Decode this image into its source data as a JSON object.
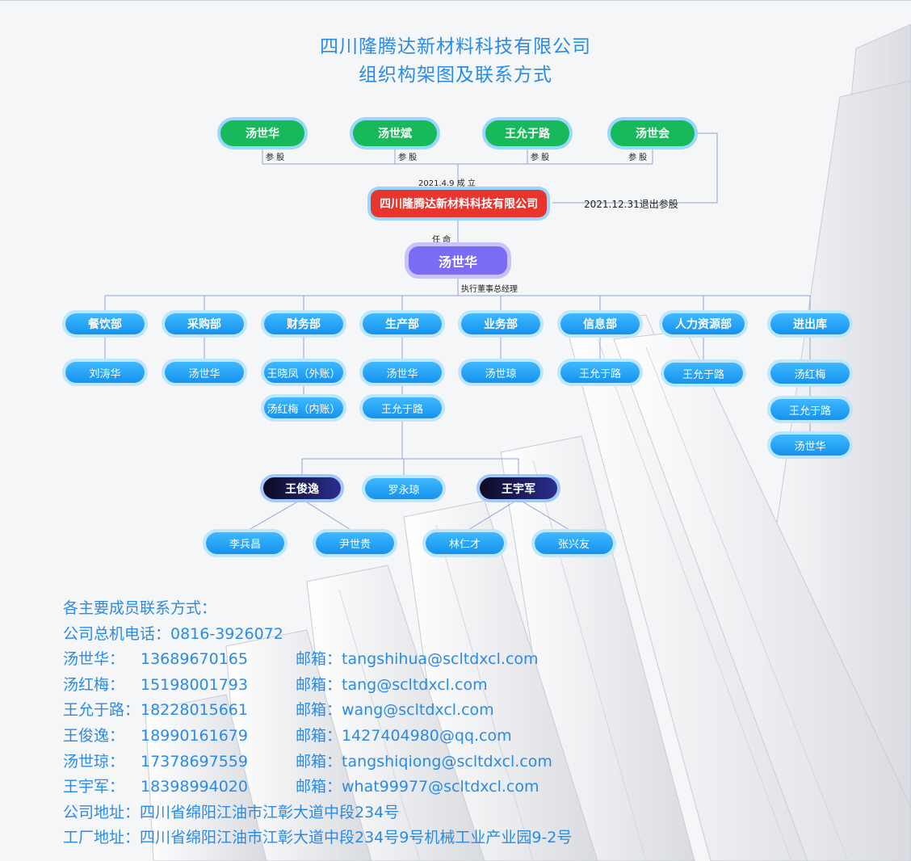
{
  "title": {
    "line1": "四川隆腾达新材料科技有限公司",
    "line2": "组织构架图及联系方式"
  },
  "shareholders": [
    {
      "name": "汤世华",
      "label": "参 股"
    },
    {
      "name": "汤世斌",
      "label": "参 股"
    },
    {
      "name": "王允于路",
      "label": "参 股"
    },
    {
      "name": "汤世会",
      "label": "参 股"
    }
  ],
  "company": {
    "name": "四川隆腾达新材料科技有限公司",
    "founded": "2021.4.9 成 立",
    "exit_note": "2021.12.31退出参股"
  },
  "appoint_label": "任 命",
  "executive": {
    "name": "汤世华",
    "title": "执行董事总经理"
  },
  "departments": [
    {
      "name": "餐饮部",
      "members": [
        "刘涛华"
      ]
    },
    {
      "name": "采购部",
      "members": [
        "汤世华"
      ]
    },
    {
      "name": "财务部",
      "members": [
        "王晓凤（外账）",
        "汤红梅（内账）"
      ]
    },
    {
      "name": "生产部",
      "members": [
        "汤世华",
        "王允于路"
      ]
    },
    {
      "name": "业务部",
      "members": [
        "汤世琼"
      ]
    },
    {
      "name": "信息部",
      "members": [
        "王允于路"
      ]
    },
    {
      "name": "人力资源部",
      "members": [
        "王允于路"
      ]
    },
    {
      "name": "进出库",
      "members": [
        "汤红梅",
        "王允于路",
        "汤世华"
      ]
    }
  ],
  "production_team": {
    "leaders": [
      {
        "name": "王俊逸",
        "members": [
          "李兵昌",
          "尹世贵"
        ]
      },
      {
        "name": "罗永琼",
        "members": []
      },
      {
        "name": "王宇军",
        "members": [
          "林仁才",
          "张兴友"
        ]
      }
    ]
  },
  "contacts": {
    "heading": "各主要成员联系方式：",
    "switchboard": "公司总机电话：0816-3926072",
    "people": [
      {
        "name": "汤世华：",
        "phone": "13689670165",
        "email": "邮箱：tangshihua@scltdxcl.com"
      },
      {
        "name": "汤红梅：",
        "phone": "15198001793",
        "email": "邮箱：tang@scltdxcl.com"
      },
      {
        "name": "王允于路：",
        "phone": "18228015661",
        "email": "邮箱：wang@scltdxcl.com"
      },
      {
        "name": "王俊逸：",
        "phone": "18990161679",
        "email": "邮箱：1427404980@qq.com"
      },
      {
        "name": "汤世琼：",
        "phone": "17378697559",
        "email": "邮箱：tangshiqiong@scltdxcl.com"
      },
      {
        "name": "王宇军：",
        "phone": "18398994020",
        "email": "邮箱：what99977@scltdxcl.com"
      }
    ],
    "company_address": "公司地址：四川省绵阳江油市江彰大道中段234号",
    "factory_address": "工厂地址：四川省绵阳江油市江彰大道中段234号9号机械工业产业园9-2号"
  },
  "colors": {
    "title": "#2a8be6",
    "shareholder": "#17b95a",
    "company": "#e8352e",
    "executive": "#7b6cf6",
    "node": "#1592ee",
    "leader": "#1a1a5a"
  }
}
